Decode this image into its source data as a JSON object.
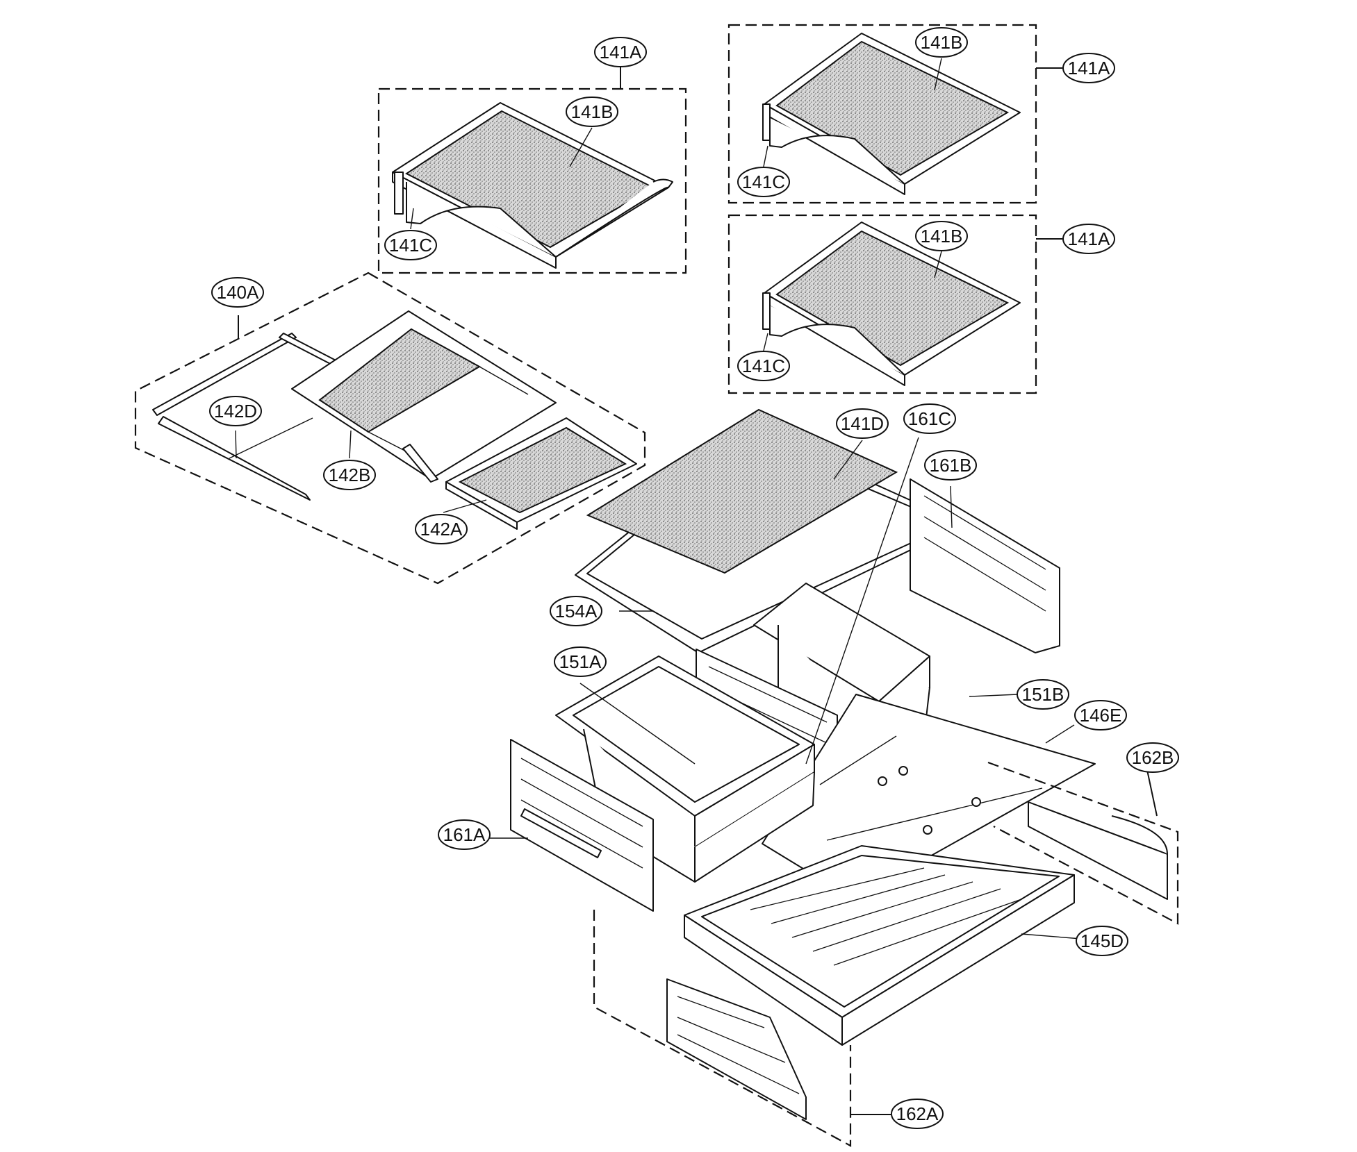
{
  "diagram": {
    "callouts": {
      "c141A_top": "141A",
      "c141B_left": "141B",
      "c141C_left": "141C",
      "c141B_tr": "141B",
      "c141A_tr": "141A",
      "c141C_tr": "141C",
      "c141B_mr": "141B",
      "c141A_mr": "141A",
      "c141C_mr": "141C",
      "c140A": "140A",
      "c142D": "142D",
      "c142B": "142B",
      "c142A": "142A",
      "c141D": "141D",
      "c161C": "161C",
      "c161B": "161B",
      "c154A": "154A",
      "c151A": "151A",
      "c151B": "151B",
      "c146E": "146E",
      "c162B": "162B",
      "c161A": "161A",
      "c145D": "145D",
      "c162A": "162A"
    }
  }
}
